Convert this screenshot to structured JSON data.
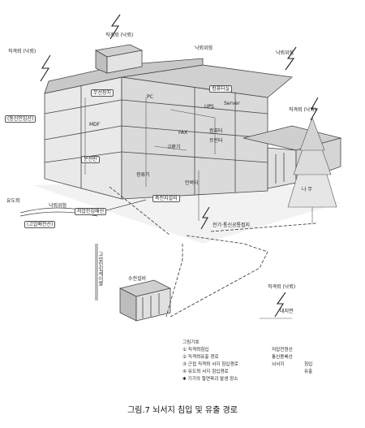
{
  "figure": {
    "caption": "그림.7 뇌서지 침입 및 유출 경로"
  },
  "labels": {
    "direct_strike_left": "직격뢰 (낙뢰)",
    "direct_strike_top": "직격뢰 (낙뢰)",
    "lightning_danger_top": "낙뢰위험",
    "lightning_danger_right": "낙뢰위험",
    "lightning_danger_mid": "낙뢰위험",
    "direct_strike_right": "직격뢰 (낙뢰)",
    "direct_strike_bottom": "직격뢰 (낙뢰)",
    "comm_lead_in": "(통신인입선)",
    "antenna_wire": "유도뢰",
    "power_line": "(고압배전선)",
    "pole": "고압인입케이블",
    "low_voltage_line": "저압인입배선",
    "radio_equipment": "무선장치",
    "mdf": "MDF",
    "distribution_board": "분전반",
    "pc": "PC",
    "ups": "UPS",
    "server": "Server",
    "computer_room": "컴퓨터실",
    "fax": "FAX",
    "computer": "컴퓨터",
    "printer": "프린터",
    "exchange": "교환기",
    "junction_box": "정류기",
    "inverter": "인버터",
    "substation_panel": "축전지설비",
    "ground_electrode": "전기·통신공통접지",
    "substation": "수전설비",
    "tree": "나 무",
    "ground": "대지면"
  },
  "legend": {
    "title": "그림기호",
    "items": [
      "① 직격뢰침입",
      "② 직격뢰유출 경로",
      "③ 근접 직격뢰 서지 침입경로",
      "④ 유도뢰 서지 침입경로",
      "✱ 기기의 절연파괴 발생 장소"
    ],
    "line_items": [
      "저압전원선",
      "통신용배선",
      "뇌서지",
      "침입",
      "유출"
    ]
  }
}
